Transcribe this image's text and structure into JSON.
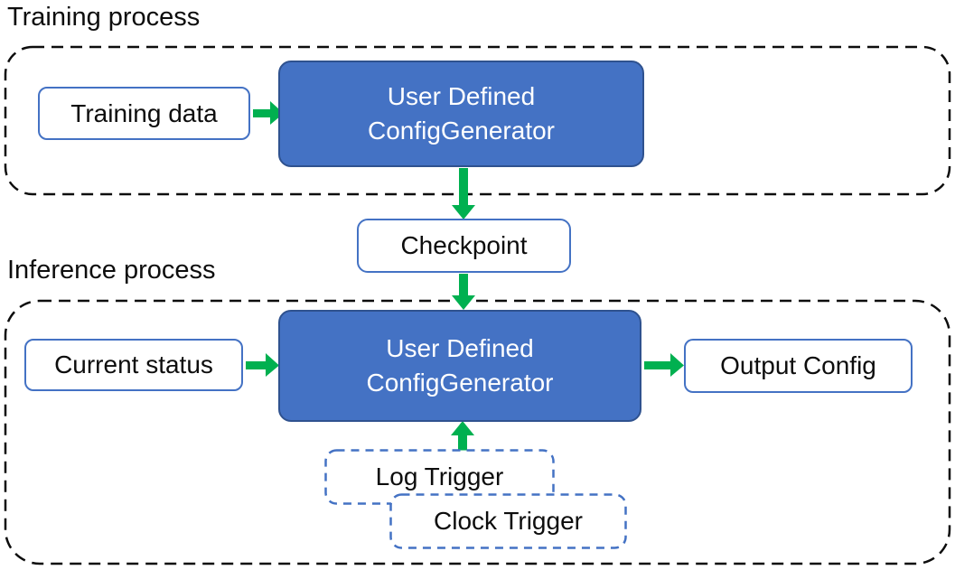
{
  "training": {
    "label": "Training process",
    "training_data": "Training data",
    "gen_line1": "User Defined",
    "gen_line2": "ConfigGenerator"
  },
  "checkpoint": {
    "label": "Checkpoint"
  },
  "inference": {
    "label": "Inference process",
    "current_status": "Current status",
    "gen_line1": "User Defined",
    "gen_line2": "ConfigGenerator",
    "output_config": "Output Config",
    "log_trigger": "Log Trigger",
    "clock_trigger": "Clock Trigger"
  },
  "colors": {
    "blue_fill": "#4472C4",
    "blue_border": "#2F528F",
    "outline_blue": "#4472C4",
    "green": "#00B050",
    "ink": "#0d0d0d",
    "text_white": "#ffffff"
  }
}
